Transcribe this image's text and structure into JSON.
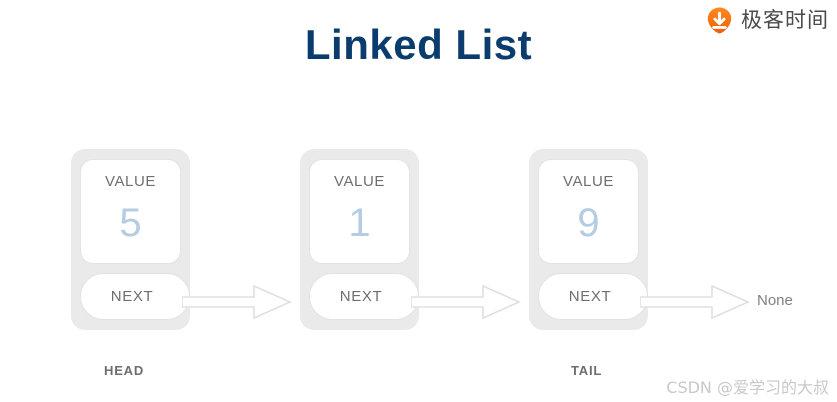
{
  "page": {
    "background": "#ffffff",
    "title": "Linked List",
    "title_color": "#0b3c6e"
  },
  "brand": {
    "icon_name": "geekbang-pin-icon",
    "icon_color": "#f56200",
    "text": "极客时间",
    "text_color": "#4a4a4a"
  },
  "diagram": {
    "type": "linked-list",
    "value_label": "VALUE",
    "next_label": "NEXT",
    "value_color": "#b4cde3",
    "node_bg": "#eaeaea",
    "box_bg": "#ffffff",
    "arrow_color": "#e0e0e0",
    "nodes": [
      {
        "value": "5",
        "value_label": "VALUE",
        "next_label": "NEXT",
        "pointer": "HEAD"
      },
      {
        "value": "1",
        "value_label": "VALUE",
        "next_label": "NEXT",
        "pointer": ""
      },
      {
        "value": "9",
        "value_label": "VALUE",
        "next_label": "NEXT",
        "pointer": "TAIL"
      }
    ],
    "head_label": "HEAD",
    "tail_label": "TAIL",
    "terminator": "None",
    "arrow_count": 3
  },
  "watermark": {
    "text": "CSDN @爱学习的大叔",
    "color": "#c9c9c9"
  }
}
